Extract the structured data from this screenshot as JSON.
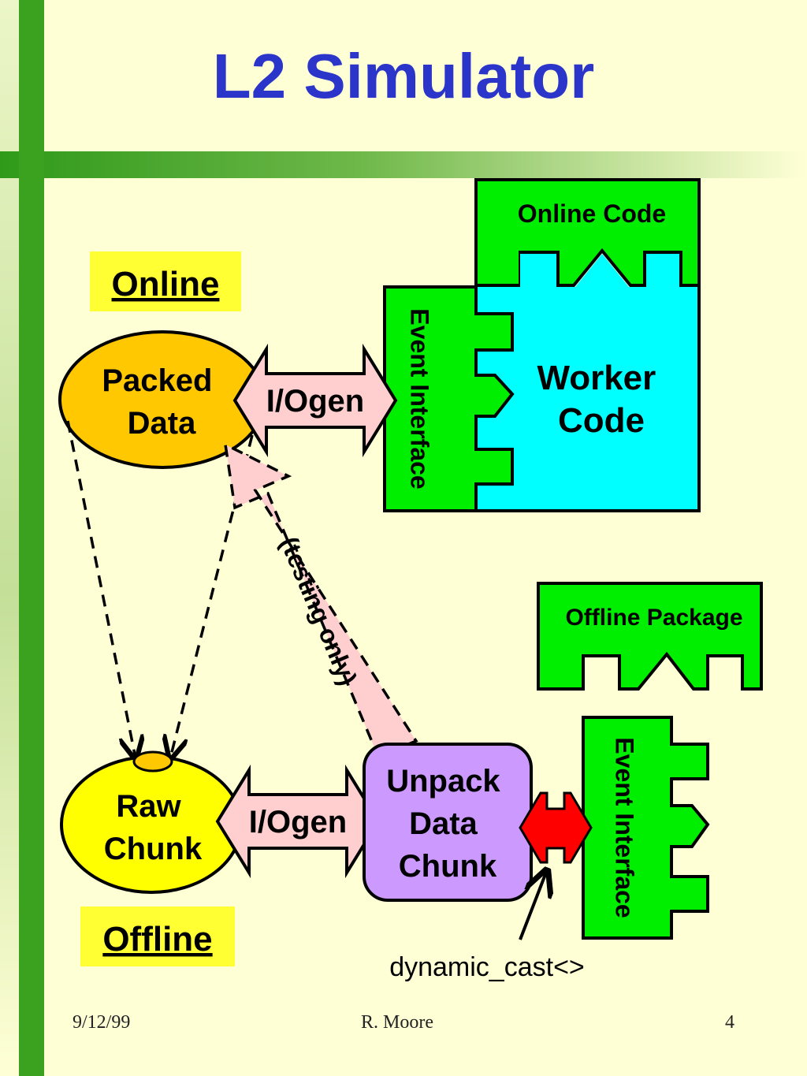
{
  "slide": {
    "title": "L2 Simulator",
    "footer": {
      "date": "9/12/99",
      "author": "R. Moore",
      "page": "4"
    }
  },
  "diagram": {
    "online_label": "Online",
    "offline_label": "Offline",
    "packed_data": [
      "Packed",
      "Data"
    ],
    "raw_chunk": [
      "Raw",
      "Chunk"
    ],
    "iogen_top": "I/Ogen",
    "iogen_bottom": "I/Ogen",
    "online_code": "Online Code",
    "worker_code": [
      "Worker",
      "Code"
    ],
    "event_interface_top": "Event Interface",
    "offline_package": "Offline Package",
    "event_interface_bottom": "Event Interface",
    "unpack": [
      "Unpack",
      "Data",
      "Chunk"
    ],
    "testing_only": "(testing only)",
    "dynamic_cast": "dynamic_cast<>"
  },
  "colors": {
    "title": "#2b35c9",
    "sidebar_green": "#3ba21f",
    "puzzle_green": "#00ee00",
    "worker_cyan": "#00ffff",
    "packed_orange": "#ffc800",
    "raw_yellow": "#ffff00",
    "arrow_pink": "#ffcfcf",
    "unpack_purple": "#cc99ff",
    "cast_red": "#ff0000",
    "label_yellow": "#ffff33"
  }
}
